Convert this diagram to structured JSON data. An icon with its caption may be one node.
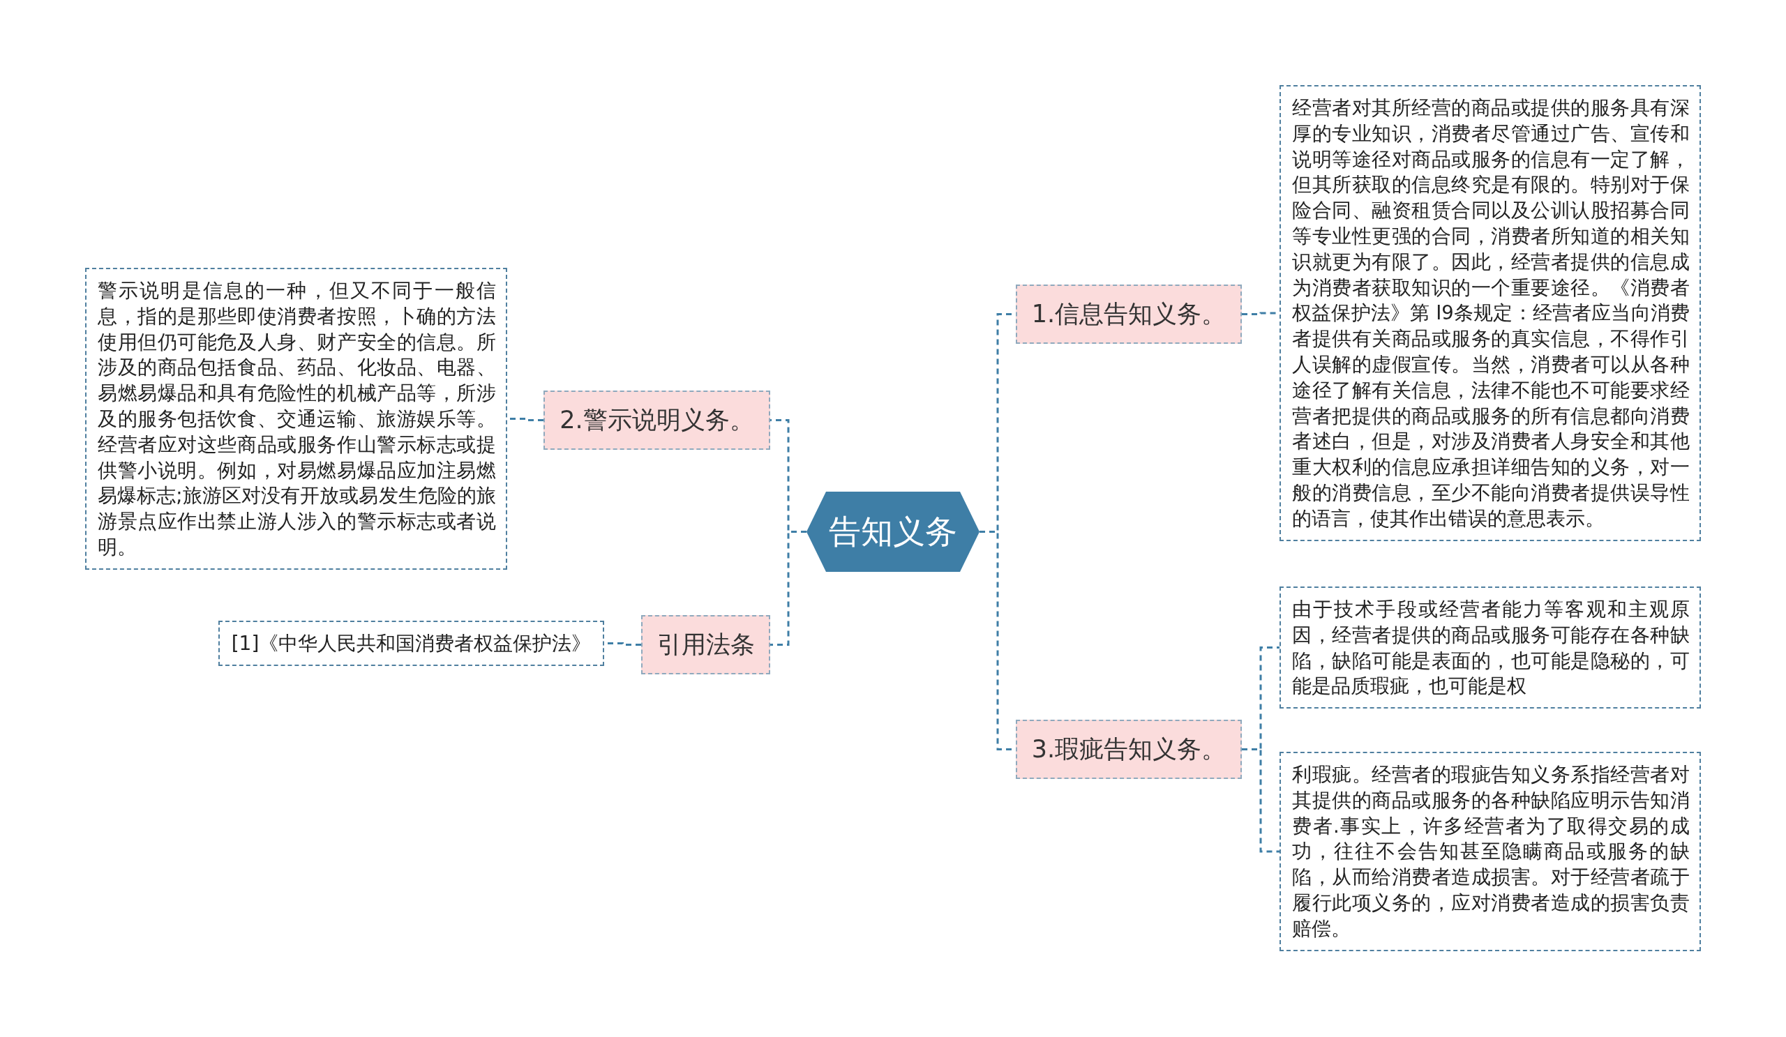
{
  "diagram": {
    "nodes": [
      {
        "text": [
          "告知义务"
        ]
      },
      {
        "text": [
          "1.信息告知义务。"
        ]
      },
      {
        "text": [
          "经营者对其所经营的商品或提供的服务具有深厚的专业知识，消费者尽管通过广告、宣传和说明等途径对商品或服务的信息有一定了解，但其所获取的信息终究是有限的。特别对于保险合同、融资租赁合同以及公训认股招募合同等专业性更强的合同，消费者所知道的相关知识就更为有限了。因此，经营者提供的信息成为消费者获取知识的一个重要途径。《消费者权益保护法》第 I9条规定：经营者应当向消费者提供有关商品或服务的真实信息，不得作引人误解的虚假宣传。当然，消费者可以从各种途径了解有关信息，法律不能也不可能要求经营者把提供的商品或服务的所有信息都向消费者述白，但是，对涉及消费者人身安全和其他重大权利的信息应承担详细告知的义务，对一般的消费信息，至少不能向消费者提供误导性的语言，使其作出错误的意思表示。"
        ]
      },
      {
        "text": [
          "2.警示说明义务。"
        ]
      },
      {
        "text": [
          "警示说明是信息的一种，但又不同于一般信息，指的是那些即使消费者按照，卜确的方法使用但仍可能危及人身、财产安全的信息。所涉及的商品包括食品、药品、化妆品、电器、易燃易爆品和具有危险性的机械产品等，所涉及的服务包括饮食、交通运输、旅游娱乐等。经营者应对这些商品或服务作山警示标志或提供警小说明。例如，对易燃易爆品应加注易燃易爆标志;旅游区对没有开放或易发生危险的旅游景点应作出禁止游人涉入的警示标志或者说明。"
        ]
      },
      {
        "text": [
          "引用法条"
        ]
      },
      {
        "text": [
          "[1]《中华人民共和国消费者权益保护法》"
        ]
      },
      {
        "text": [
          "3.瑕疵告知义务。"
        ]
      },
      {
        "text": [
          "由于技术手段或经营者能力等客观和主观原因，经营者提供的商品或服务可能存在各种缺陷，缺陷可能是表面的，也可能是隐秘的，可能是品质瑕疵，也可能是权"
        ]
      },
      {
        "text": [
          "利瑕疵。经营者的瑕疵告知义务系指经营者对其提供的商品或服务的各种缺陷应明示告知消费者.事实上，许多经营者为了取得交易的成功，往往不会告知甚至隐瞒商品或服务的缺陷，从而给消费者造成损害。对于经营者疏于履行此项义务的，应对消费者造成的损害负责赔偿。"
        ]
      }
    ],
    "edges": [
      {
        "from": 0,
        "to": 1,
        "arrow": "none"
      },
      {
        "from": 1,
        "to": 2,
        "arrow": "none"
      },
      {
        "from": 0,
        "to": 3,
        "arrow": "none"
      },
      {
        "from": 3,
        "to": 4,
        "arrow": "none"
      },
      {
        "from": 0,
        "to": 5,
        "arrow": "none"
      },
      {
        "from": 5,
        "to": 6,
        "arrow": "none"
      },
      {
        "from": 0,
        "to": 7,
        "arrow": "none"
      },
      {
        "from": 7,
        "to": 8,
        "arrow": "none"
      },
      {
        "from": 7,
        "to": 9,
        "arrow": "none"
      }
    ]
  }
}
